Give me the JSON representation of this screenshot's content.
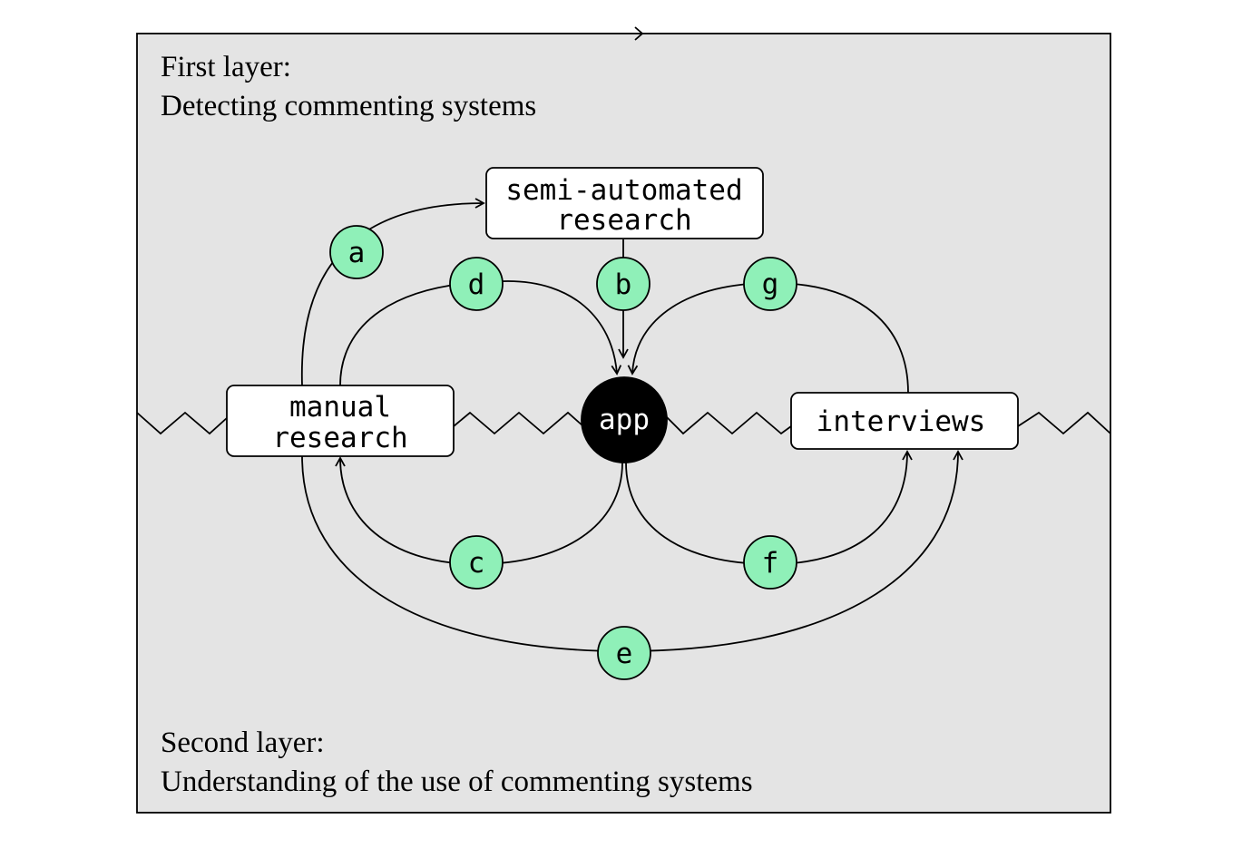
{
  "layers": {
    "first_title": "First layer:",
    "first_subtitle": "Detecting commenting systems",
    "second_title": "Second layer:",
    "second_subtitle": "Understanding of the use of commenting systems"
  },
  "nodes": {
    "semi_line1": "semi-automated",
    "semi_line2": "research",
    "manual_line1": "manual",
    "manual_line2": "research",
    "interviews": "interviews",
    "app": "app"
  },
  "edges": {
    "a": "a",
    "b": "b",
    "c": "c",
    "d": "d",
    "e": "e",
    "f": "f",
    "g": "g"
  },
  "colors": {
    "panel": "#e4e4e4",
    "badge": "#8ff0b8",
    "ink": "#000000",
    "box": "#ffffff"
  }
}
